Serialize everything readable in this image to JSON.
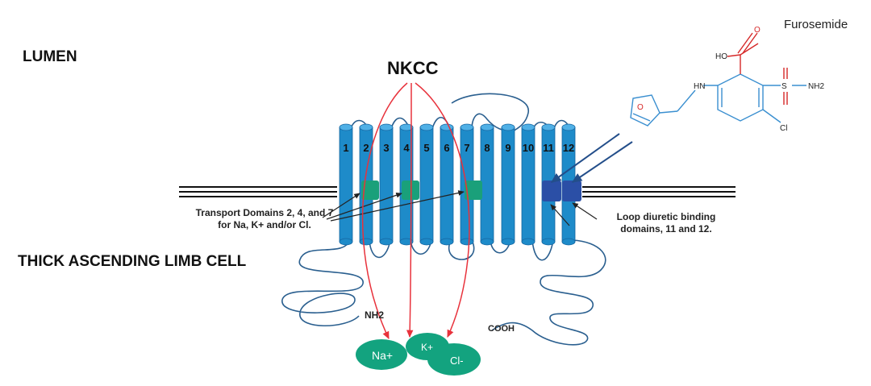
{
  "labels": {
    "lumen": "LUMEN",
    "cell": "THICK ASCENDING LIMB CELL",
    "nkcc": "NKCC",
    "transport_line1": "Transport Domains 2, 4, and 7",
    "transport_line2": "for Na, K+ and/or Cl.",
    "loop_line1": "Loop diuretic binding",
    "loop_line2": "domains, 11 and 12.",
    "nh2": "NH2",
    "cooh": "COOH"
  },
  "helix_numbers": [
    "1",
    "2",
    "3",
    "4",
    "5",
    "6",
    "7",
    "8",
    "9",
    "10",
    "11",
    "12"
  ],
  "ions": {
    "na": "Na+",
    "k": "K+",
    "cl": "Cl-"
  },
  "furosemide": {
    "name": "Furosemide",
    "atoms": {
      "ho": "HO",
      "o_carbonyl": "O",
      "hn": "HN",
      "s": "S",
      "nh2": "NH2",
      "cl": "Cl",
      "o_furan": "O"
    }
  },
  "colors": {
    "helix": "#1e8bc9",
    "helix_edge": "#1565a0",
    "transport_domain": "#1aa07a",
    "diuretic_domain": "#2b4fa6",
    "arrow_red": "#e8323c",
    "ion_fill": "#13a37f",
    "loop_stroke": "#2a5f8f",
    "chem_blue": "#3a8fd0",
    "chem_red": "#d62828"
  }
}
